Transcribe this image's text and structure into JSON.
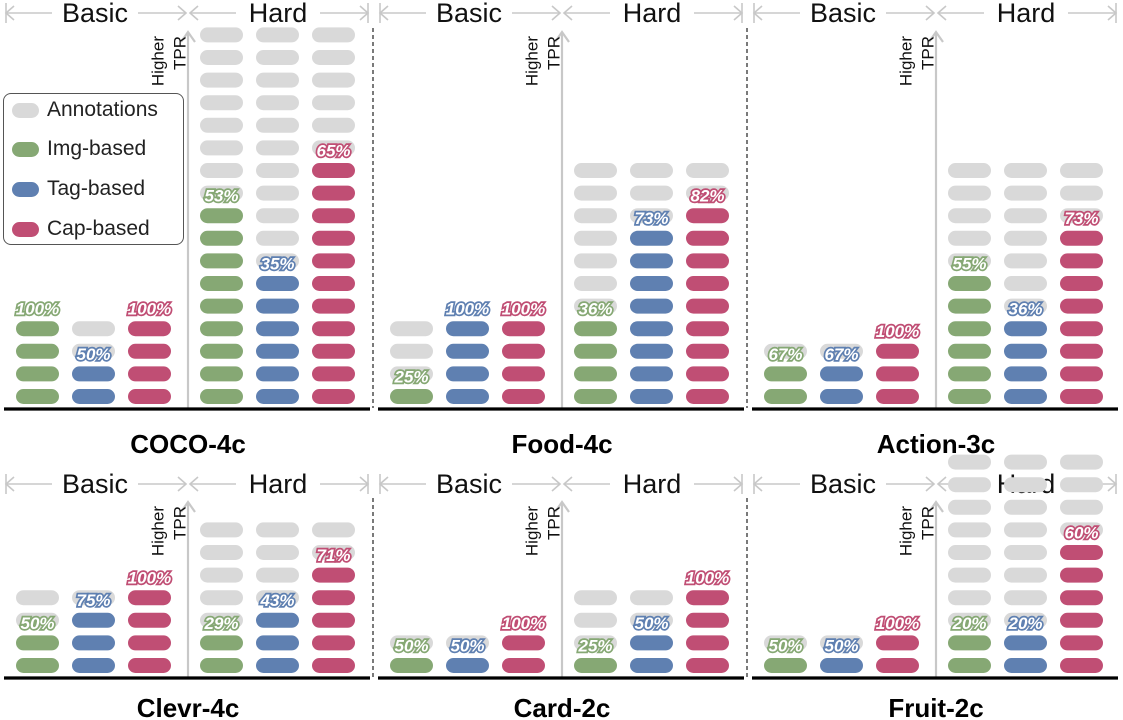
{
  "colors": {
    "annotations": "#d9d9d9",
    "img": "#86a874",
    "tag": "#5f80b1",
    "cap": "#c04e74",
    "arrow": "#c8c8c8",
    "axis": "#000000"
  },
  "legend": {
    "items": [
      {
        "key": "annotations",
        "label": "Annotations"
      },
      {
        "key": "img",
        "label": "Img-based"
      },
      {
        "key": "tag",
        "label": "Tag-based"
      },
      {
        "key": "cap",
        "label": "Cap-based"
      }
    ]
  },
  "arrow_label": [
    "Higher",
    "TPR"
  ],
  "chart_data": [
    {
      "type": "bar",
      "title": "COCO-4c",
      "categories": [
        "Basic",
        "Hard"
      ],
      "groups": [
        {
          "annotations": 4,
          "bars": [
            {
              "series": "Img-based",
              "filled": 4,
              "label": "100%"
            },
            {
              "series": "Tag-based",
              "filled": 2,
              "label": "50%"
            },
            {
              "series": "Cap-based",
              "filled": 4,
              "label": "100%"
            }
          ]
        },
        {
          "annotations": 17,
          "bars": [
            {
              "series": "Img-based",
              "filled": 9,
              "label": "53%"
            },
            {
              "series": "Tag-based",
              "filled": 6,
              "label": "35%"
            },
            {
              "series": "Cap-based",
              "filled": 11,
              "label": "65%"
            }
          ]
        }
      ]
    },
    {
      "type": "bar",
      "title": "Food-4c",
      "categories": [
        "Basic",
        "Hard"
      ],
      "groups": [
        {
          "annotations": 4,
          "bars": [
            {
              "series": "Img-based",
              "filled": 1,
              "label": "25%"
            },
            {
              "series": "Tag-based",
              "filled": 4,
              "label": "100%"
            },
            {
              "series": "Cap-based",
              "filled": 4,
              "label": "100%"
            }
          ]
        },
        {
          "annotations": 11,
          "bars": [
            {
              "series": "Img-based",
              "filled": 4,
              "label": "36%"
            },
            {
              "series": "Tag-based",
              "filled": 8,
              "label": "73%"
            },
            {
              "series": "Cap-based",
              "filled": 9,
              "label": "82%"
            }
          ]
        }
      ]
    },
    {
      "type": "bar",
      "title": "Action-3c",
      "categories": [
        "Basic",
        "Hard"
      ],
      "groups": [
        {
          "annotations": 3,
          "bars": [
            {
              "series": "Img-based",
              "filled": 2,
              "label": "67%"
            },
            {
              "series": "Tag-based",
              "filled": 2,
              "label": "67%"
            },
            {
              "series": "Cap-based",
              "filled": 3,
              "label": "100%"
            }
          ]
        },
        {
          "annotations": 11,
          "bars": [
            {
              "series": "Img-based",
              "filled": 6,
              "label": "55%"
            },
            {
              "series": "Tag-based",
              "filled": 4,
              "label": "36%"
            },
            {
              "series": "Cap-based",
              "filled": 8,
              "label": "73%"
            }
          ]
        }
      ]
    },
    {
      "type": "bar",
      "title": "Clevr-4c",
      "categories": [
        "Basic",
        "Hard"
      ],
      "groups": [
        {
          "annotations": 4,
          "bars": [
            {
              "series": "Img-based",
              "filled": 2,
              "label": "50%"
            },
            {
              "series": "Tag-based",
              "filled": 3,
              "label": "75%"
            },
            {
              "series": "Cap-based",
              "filled": 4,
              "label": "100%"
            }
          ]
        },
        {
          "annotations": 7,
          "bars": [
            {
              "series": "Img-based",
              "filled": 2,
              "label": "29%"
            },
            {
              "series": "Tag-based",
              "filled": 3,
              "label": "43%"
            },
            {
              "series": "Cap-based",
              "filled": 5,
              "label": "71%"
            }
          ]
        }
      ]
    },
    {
      "type": "bar",
      "title": "Card-2c",
      "categories": [
        "Basic",
        "Hard"
      ],
      "groups": [
        {
          "annotations": 2,
          "bars": [
            {
              "series": "Img-based",
              "filled": 1,
              "label": "50%"
            },
            {
              "series": "Tag-based",
              "filled": 1,
              "label": "50%"
            },
            {
              "series": "Cap-based",
              "filled": 2,
              "label": "100%"
            }
          ]
        },
        {
          "annotations": 4,
          "bars": [
            {
              "series": "Img-based",
              "filled": 1,
              "label": "25%"
            },
            {
              "series": "Tag-based",
              "filled": 2,
              "label": "50%"
            },
            {
              "series": "Cap-based",
              "filled": 4,
              "label": "100%"
            }
          ]
        }
      ]
    },
    {
      "type": "bar",
      "title": "Fruit-2c",
      "categories": [
        "Basic",
        "Hard"
      ],
      "groups": [
        {
          "annotations": 2,
          "bars": [
            {
              "series": "Img-based",
              "filled": 1,
              "label": "50%"
            },
            {
              "series": "Tag-based",
              "filled": 1,
              "label": "50%"
            },
            {
              "series": "Cap-based",
              "filled": 2,
              "label": "100%"
            }
          ]
        },
        {
          "annotations": 10,
          "bars": [
            {
              "series": "Img-based",
              "filled": 2,
              "label": "20%"
            },
            {
              "series": "Tag-based",
              "filled": 2,
              "label": "20%"
            },
            {
              "series": "Cap-based",
              "filled": 6,
              "label": "60%"
            }
          ]
        }
      ]
    }
  ]
}
